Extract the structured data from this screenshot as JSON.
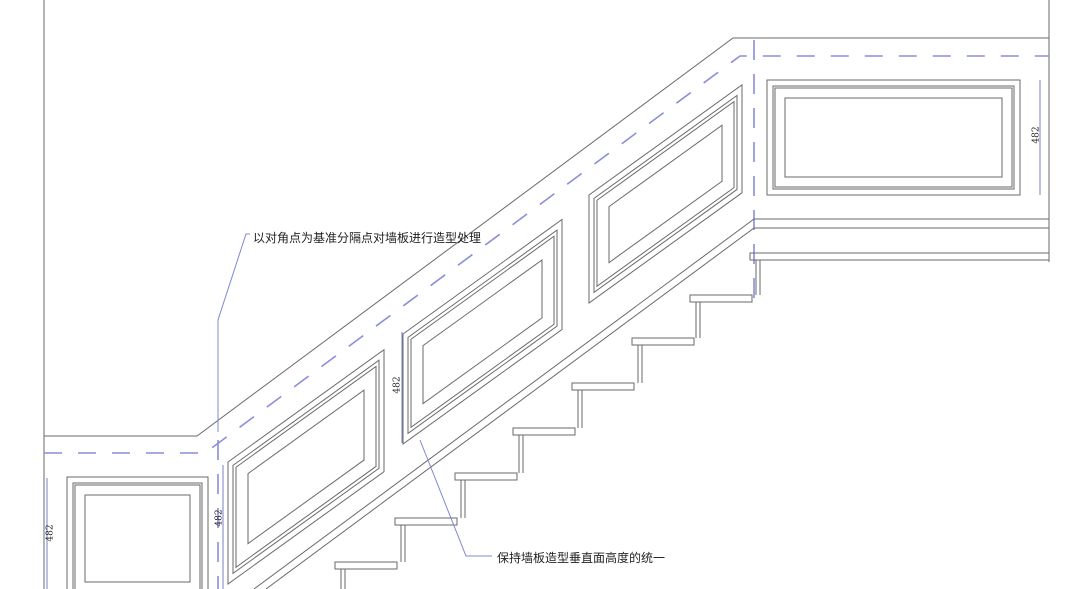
{
  "annotations": {
    "note_top": "以对角点为基准分隔点对墙板进行造型处理",
    "note_bottom": "保持墙板造型垂直面高度的统一"
  },
  "dimensions": [
    "482",
    "482",
    "482",
    "482"
  ],
  "colors": {
    "line": "#6a6a6a",
    "centerline": "#8a8ed8",
    "dimension": "#7a7fc8"
  }
}
